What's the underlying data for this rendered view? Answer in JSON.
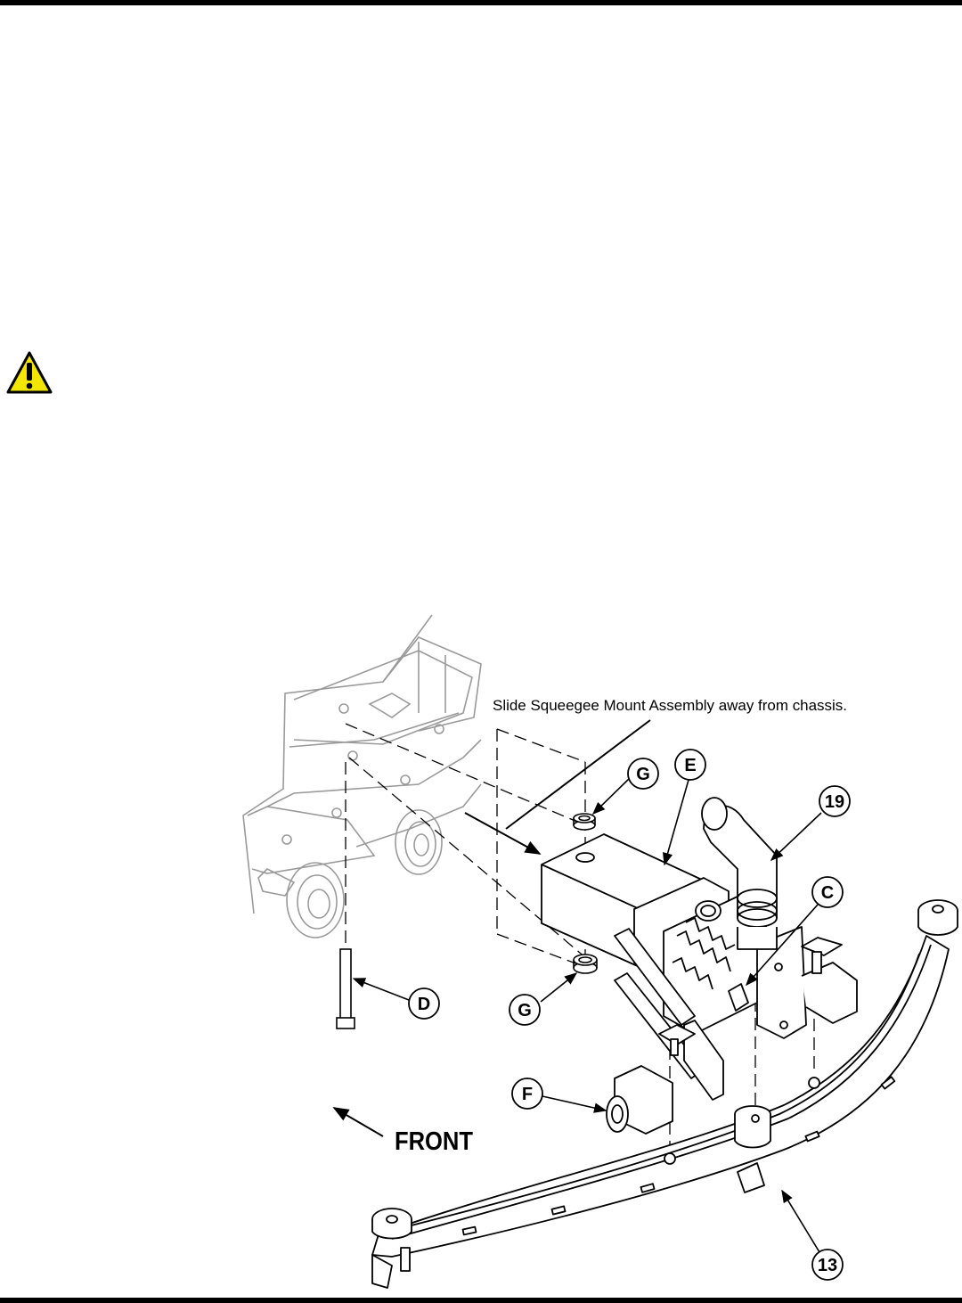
{
  "diagram": {
    "note": "Slide Squeegee Mount Assembly away from chassis.",
    "direction_label": "FRONT",
    "callouts": {
      "g_top": "G",
      "e": "E",
      "n19": "19",
      "c": "C",
      "d": "D",
      "g_bottom": "G",
      "f": "F",
      "n13": "13"
    }
  },
  "colors": {
    "rule": "#000000",
    "warning_fill": "#f2e600",
    "chassis_gray": "#9a9a9a",
    "ink": "#000000"
  },
  "icons": [
    "warning-triangle-icon"
  ]
}
